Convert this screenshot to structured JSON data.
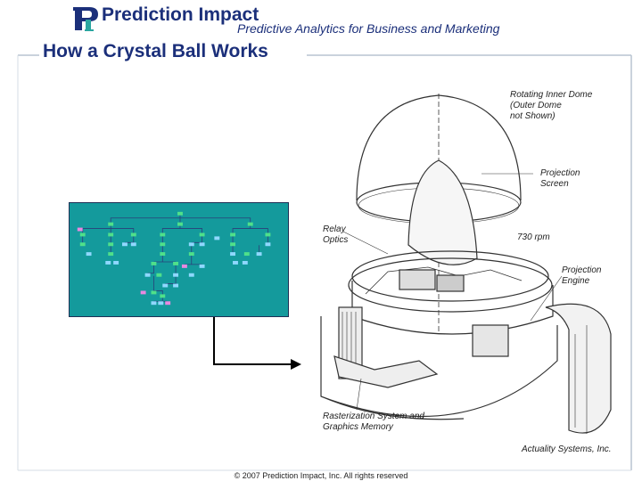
{
  "header": {
    "brand": "Prediction Impact",
    "tagline": "Predictive Analytics for Business and Marketing"
  },
  "slide": {
    "title": "How a Crystal Ball Works"
  },
  "diagram": {
    "labels": {
      "rotating_dome": [
        "Rotating Inner Dome",
        "(Outer Dome",
        "not Shown)"
      ],
      "projection_screen": [
        "Projection",
        "Screen"
      ],
      "relay_optics": [
        "Relay",
        "Optics"
      ],
      "rpm": "730 rpm",
      "projection_engine": [
        "Projection",
        "Engine"
      ],
      "rasterization": [
        "Rasterization System and",
        "Graphics Memory"
      ],
      "credit": "Actuality Systems, Inc."
    },
    "colors": {
      "panel": "#149a9c",
      "node_green": "#4fe08a",
      "node_blue": "#8fd8ff",
      "node_pink": "#e889e0"
    }
  },
  "footer": {
    "copyright": "© 2007 Prediction Impact, Inc. All rights reserved"
  }
}
